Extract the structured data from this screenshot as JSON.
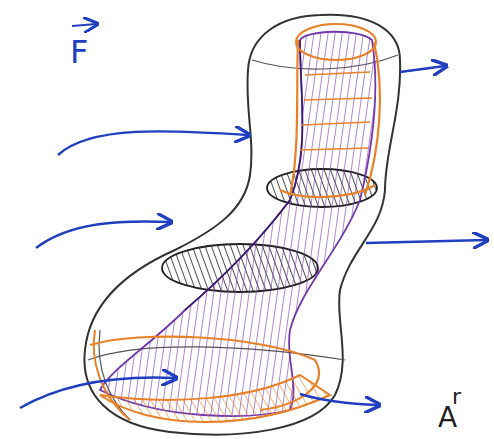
{
  "diagram": {
    "labels": [
      "F",
      "r",
      "A"
    ]
  }
}
